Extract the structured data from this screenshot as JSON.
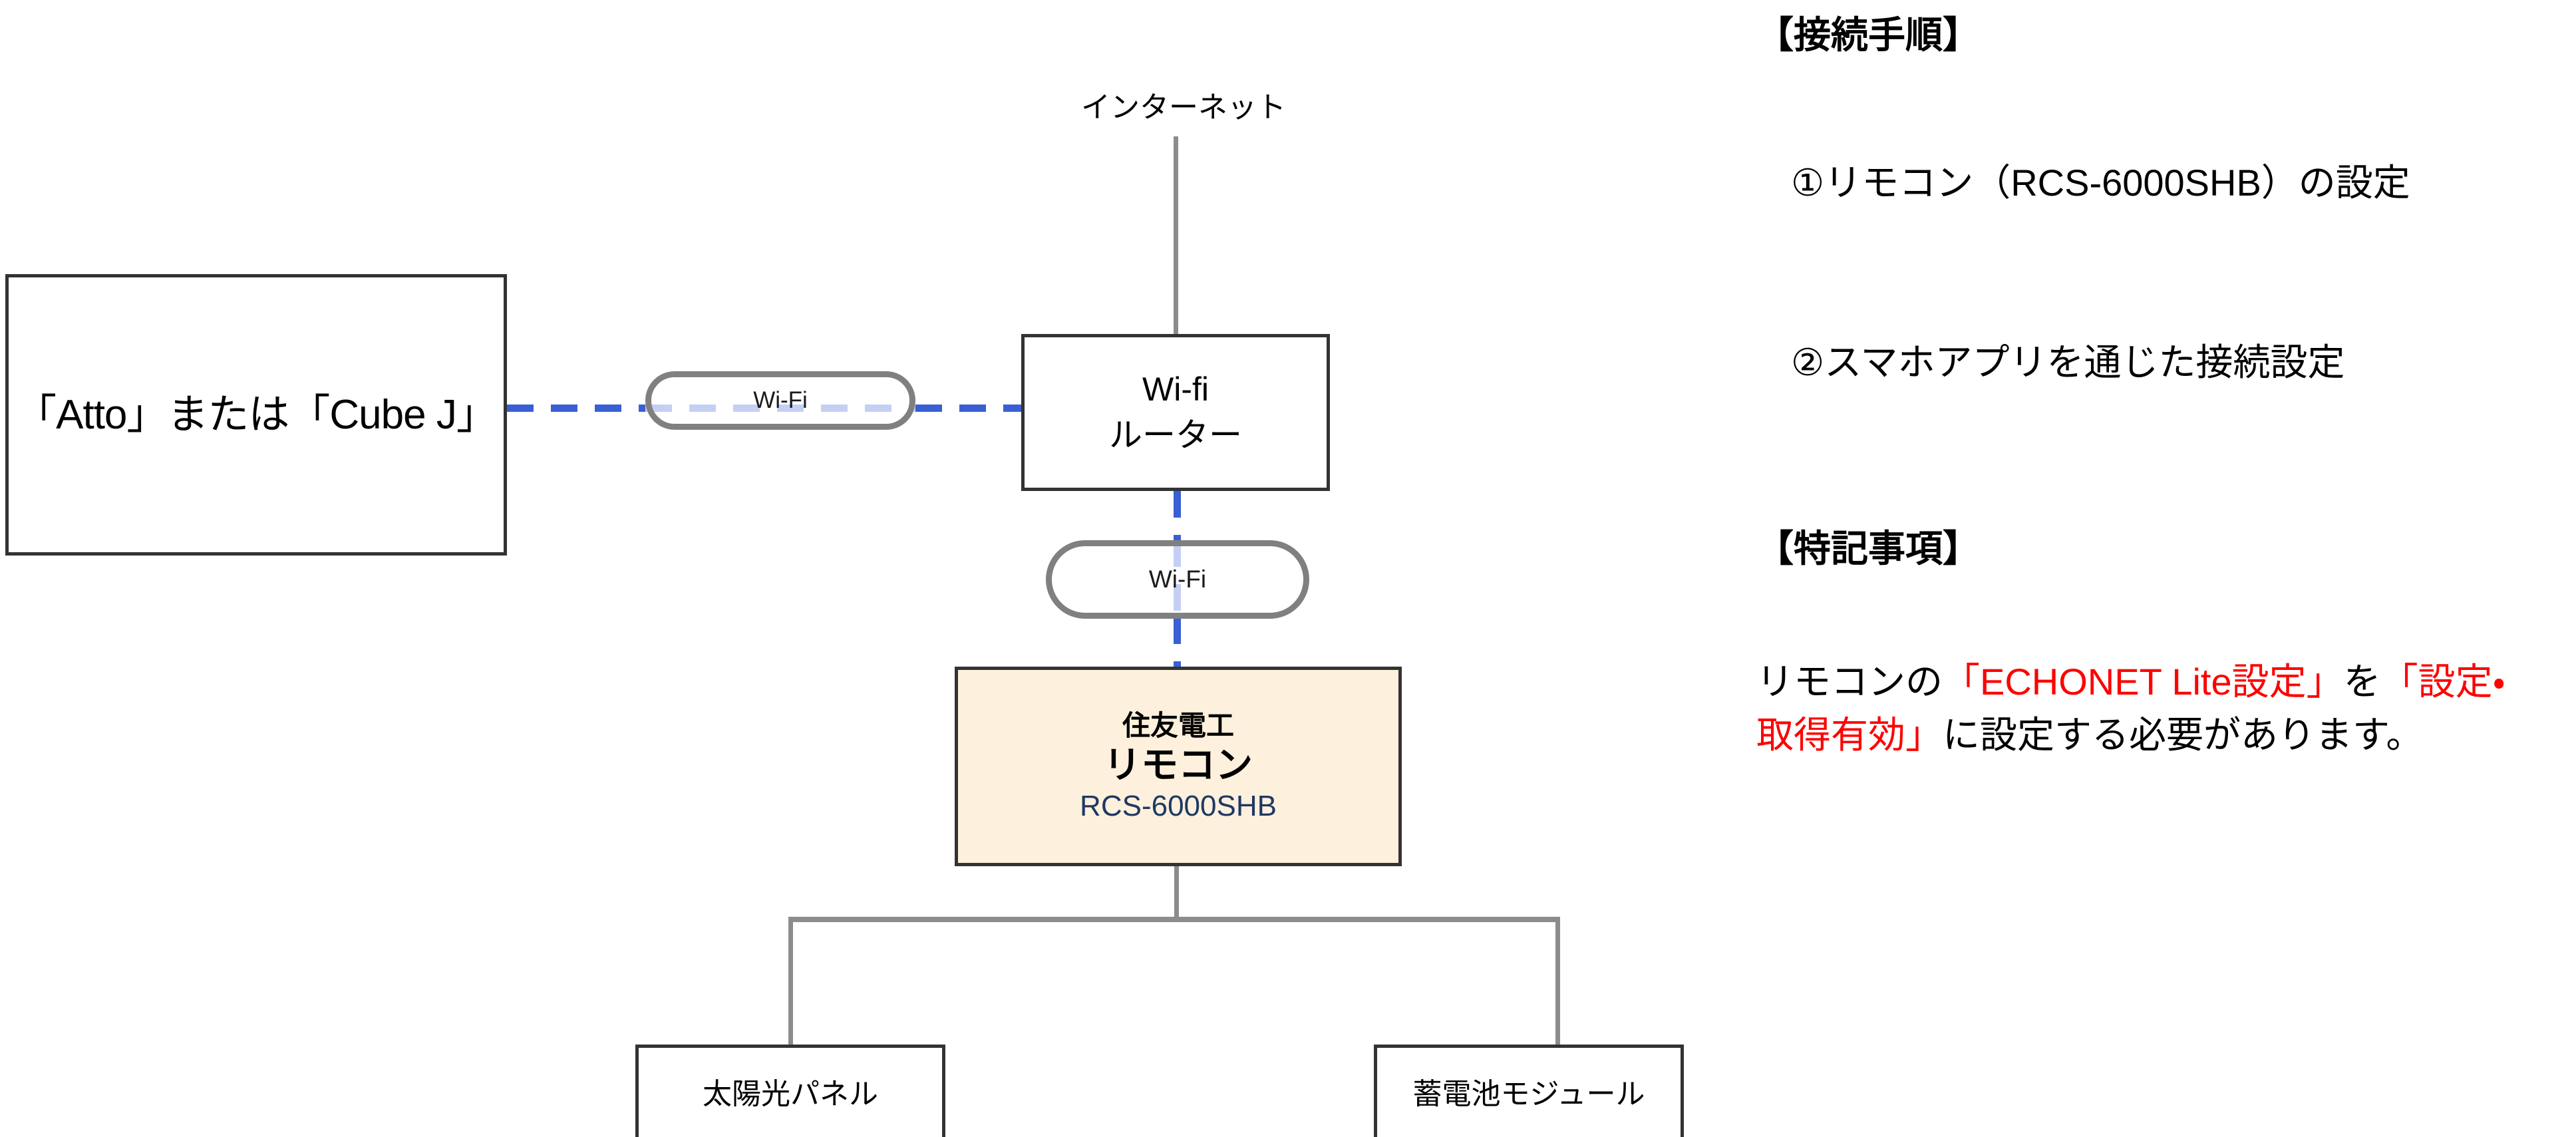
{
  "diagram": {
    "internet_label": "インターネット",
    "device_box": {
      "label": "「Atto」または「Cube J」"
    },
    "router_box": {
      "line1": "Wi-fi",
      "line2": "ルーター"
    },
    "wifi_pill_1": {
      "label": "Wi-Fi"
    },
    "wifi_pill_2": {
      "label": "Wi-Fi"
    },
    "remote_box": {
      "maker": "住友電工",
      "name": "リモコン",
      "model": "RCS-6000SHB"
    },
    "solar_box": {
      "label": "太陽光パネル"
    },
    "battery_box": {
      "label": "蓄電池モジュール"
    },
    "colors": {
      "wifi_link": "#3a5fd4",
      "wifi_link_faded": "#c5cff3",
      "wired_link": "#8c8c8c",
      "box_border": "#333333",
      "remote_fill": "#fdf0dc",
      "remote_model_text": "#1f3864",
      "pill_border": "#808080",
      "highlight": "#ff0000"
    }
  },
  "notes": {
    "heading_procedure": "【接続手順】",
    "step_1": "①リモコン（RCS-6000SHB）の設定",
    "step_2": "②スマホアプリを通じた接続設定",
    "heading_remarks": "【特記事項】",
    "remark_parts": {
      "p1": "リモコンの",
      "p2_red": "「ECHONET Lite設定」",
      "p3": "を",
      "p4_red": "「設定・取得有効」",
      "p5": "に設定する必要があります。"
    }
  }
}
